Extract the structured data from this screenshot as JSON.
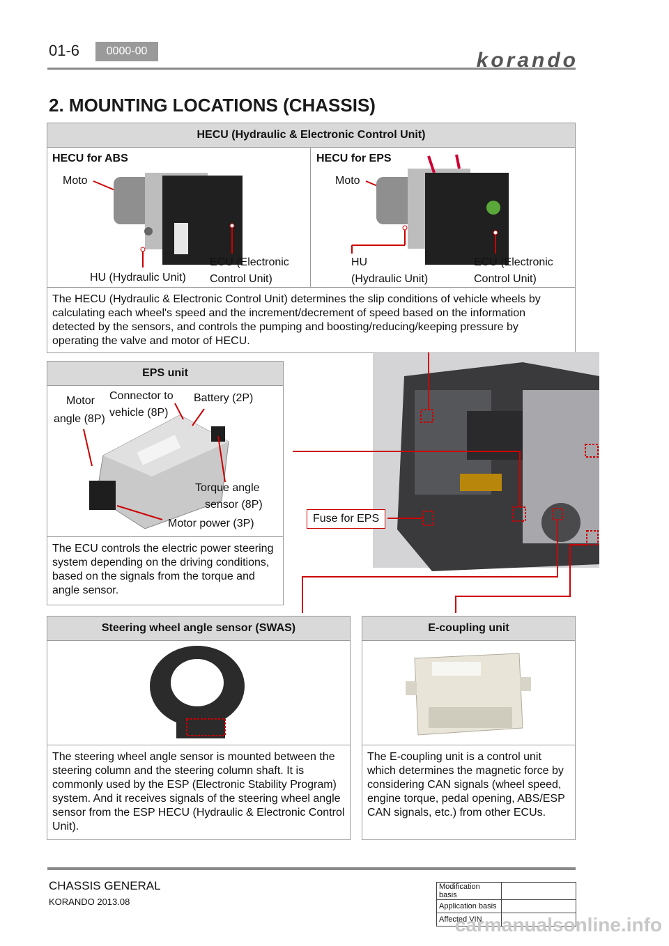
{
  "header": {
    "page_number": "01-6",
    "code": "0000-00",
    "brand_logo": "korando"
  },
  "title": "2. MOUNTING LOCATIONS (CHASSIS)",
  "hecu": {
    "heading": "HECU (Hydraulic & Electronic Control Unit)",
    "abs": {
      "subtitle": "HECU for ABS",
      "moto": "Moto",
      "hu": "HU (Hydraulic Unit)",
      "ecu_line1": "ECU (Electronic",
      "ecu_line2": "Control Unit)"
    },
    "eps": {
      "subtitle": "HECU for EPS",
      "moto": "Moto",
      "hu_line1": "HU",
      "hu_line2": "(Hydraulic Unit)",
      "ecu_line1": "ECU (Electronic",
      "ecu_line2": "Control Unit)"
    },
    "description": "The HECU (Hydraulic & Electronic Control Unit) determines the slip conditions of vehicle wheels by calculating each wheel's speed and the increment/decrement of speed based on the information detected by the sensors, and controls the pumping and boosting/reducing/keeping pressure by operating the valve and motor of HECU."
  },
  "eps_unit": {
    "heading": "EPS unit",
    "motor_angle_line1": "Motor",
    "motor_angle_line2": "angle (8P)",
    "connector_line1": "Connector to",
    "connector_line2": "vehicle (8P)",
    "battery": "Battery (2P)",
    "torque_line1": "Torque angle",
    "torque_line2": "sensor (8P)",
    "motor_power": "Motor power (3P)",
    "description": "The ECU controls the electric power steering system depending on the driving conditions, based on the signals from the torque and angle sensor."
  },
  "fuse_label": "Fuse for EPS",
  "swas": {
    "heading": "Steering wheel angle sensor (SWAS)",
    "description": "The steering wheel angle sensor is mounted between the steering column and the steering column shaft. It is commonly used by the ESP (Electronic Stability Program) system. And it receives signals of the steering wheel angle sensor from the ESP HECU (Hydraulic & Electronic Control Unit)."
  },
  "ecoupling": {
    "heading": "E-coupling unit",
    "description": "The E-coupling unit is a control unit which determines the magnetic force by considering CAN signals (wheel speed, engine torque, pedal opening, ABS/ESP CAN signals, etc.) from other ECUs."
  },
  "footer": {
    "section": "CHASSIS GENERAL",
    "model": "KORANDO 2013.08",
    "table": [
      "Modification basis",
      "Application basis",
      "Affected VIN"
    ],
    "watermark": "carmanualsonline.info"
  }
}
